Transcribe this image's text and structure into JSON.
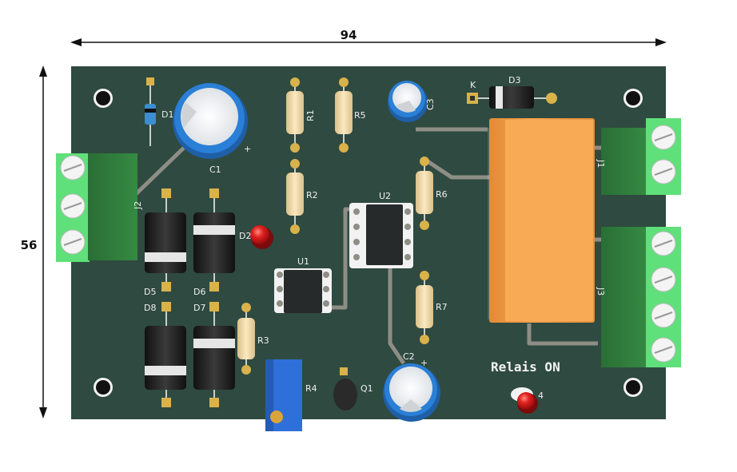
{
  "dimensions": {
    "width_label": "94",
    "height_label": "56"
  },
  "silkscreen": {
    "relay_status": "Relais ON",
    "D1": "D1",
    "D2": "D2",
    "D3": "D3",
    "D4": "4",
    "D5": "D5",
    "D6": "D6",
    "D7": "D7",
    "D8": "D8",
    "C1": "C1",
    "C2": "C2",
    "C3": "C3",
    "R1": "R1",
    "R2": "R2",
    "R3": "R3",
    "R4": "R4",
    "R5": "R5",
    "R6": "R6",
    "R7": "R7",
    "U1": "U1",
    "U2": "U2",
    "Q1": "Q1",
    "J1": "J1",
    "J2": "J2",
    "J3": "J3",
    "K": "K",
    "plus": "+"
  },
  "colors": {
    "board": "#2f4a40",
    "trace": "#8e8e86",
    "terminal_green": "#2f7a3a",
    "terminal_light": "#5fe07a",
    "relay": "#f5a04a",
    "led": "#d01818",
    "cap_blue": "#2a7fd6",
    "trimmer_blue": "#2e6fd9"
  }
}
